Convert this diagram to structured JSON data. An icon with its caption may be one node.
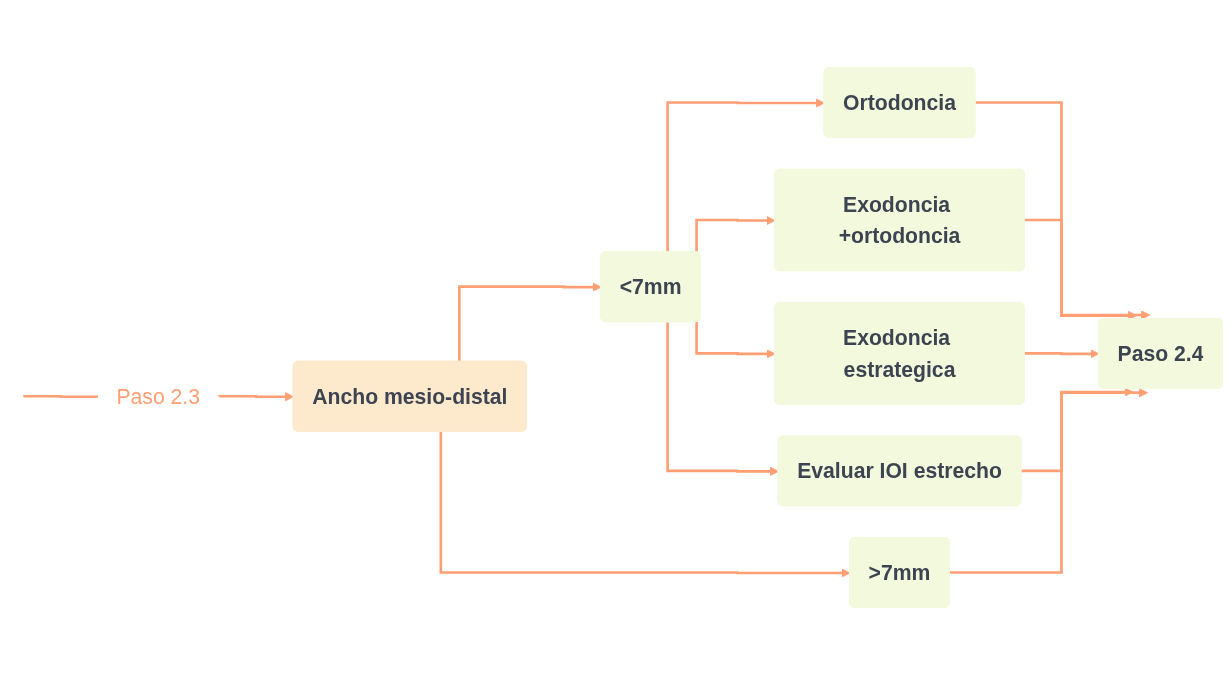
{
  "diagram": {
    "nodes": [
      {
        "text": [
          "Paso 2.3"
        ]
      },
      {
        "text": [
          "Ancho mesio-distal"
        ]
      },
      {
        "text": [
          "<7mm"
        ]
      },
      {
        "text": [
          "Ortodoncia"
        ]
      },
      {
        "text": [
          "Exodoncia +ortodoncia"
        ]
      },
      {
        "text": [
          "Exodoncia estrategica"
        ]
      },
      {
        "text": [
          "Evaluar IOI estrecho"
        ]
      },
      {
        "text": [
          ">7mm"
        ]
      },
      {
        "text": [
          "Paso 2.4"
        ]
      }
    ],
    "edges": [
      {
        "from": null,
        "to": 0,
        "arrow": "none"
      },
      {
        "from": 0,
        "to": 1,
        "arrow": "to"
      },
      {
        "from": 1,
        "to": 2,
        "arrow": "to"
      },
      {
        "from": 1,
        "to": 7,
        "arrow": "to"
      },
      {
        "from": 2,
        "to": 3,
        "arrow": "to"
      },
      {
        "from": 2,
        "to": 4,
        "arrow": "to"
      },
      {
        "from": 2,
        "to": 5,
        "arrow": "to"
      },
      {
        "from": 2,
        "to": 6,
        "arrow": "to"
      },
      {
        "from": 3,
        "to": 8,
        "arrow": "to"
      },
      {
        "from": 4,
        "to": 8,
        "arrow": "to"
      },
      {
        "from": 5,
        "to": 8,
        "arrow": "to"
      },
      {
        "from": 6,
        "to": 8,
        "arrow": "to"
      },
      {
        "from": 7,
        "to": 8,
        "arrow": "to"
      }
    ]
  }
}
